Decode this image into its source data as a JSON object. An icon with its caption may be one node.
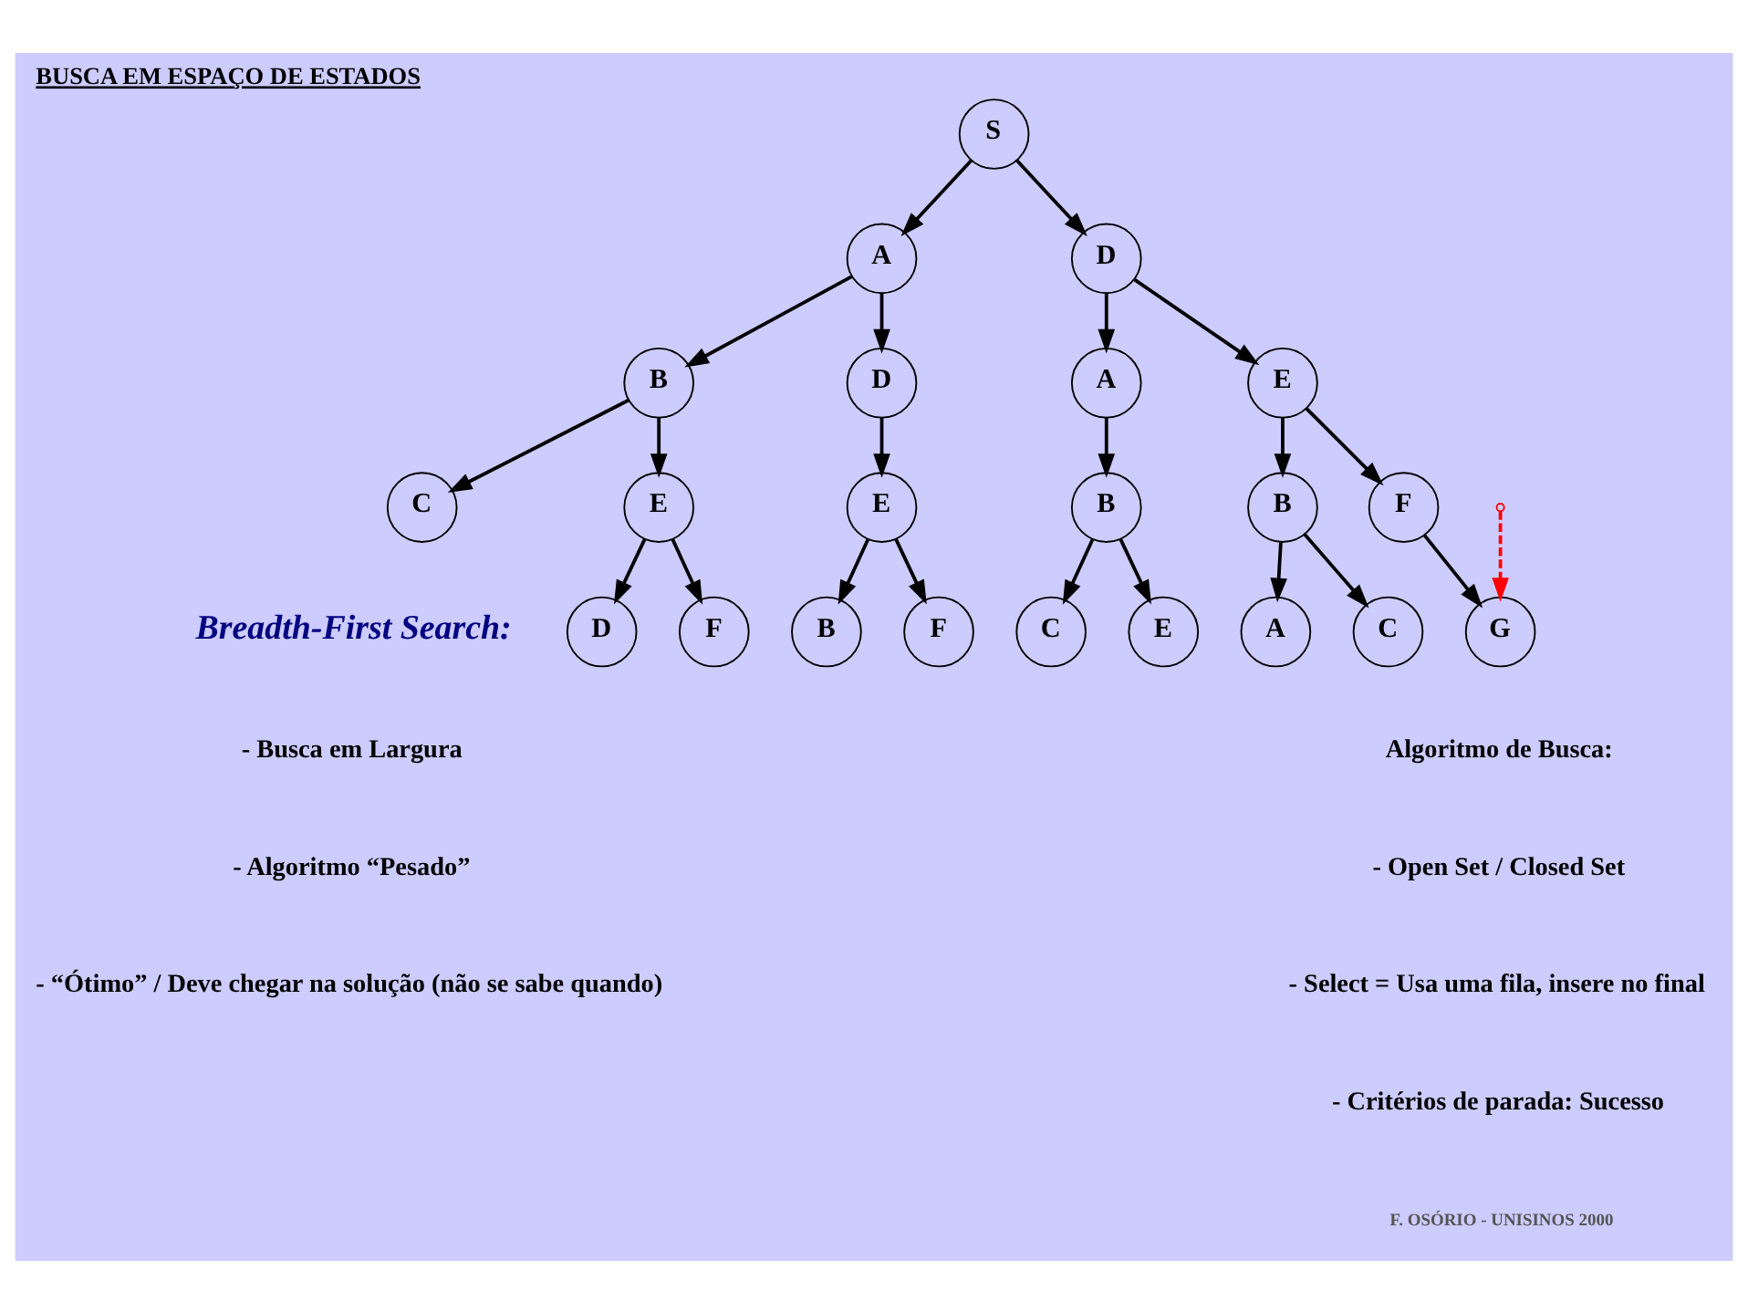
{
  "diagram": {
    "title": "BUSCA EM ESPAÇO DE ESTADOS",
    "nodes": [
      {
        "text": [
          "S"
        ]
      },
      {
        "text": [
          "A"
        ]
      },
      {
        "text": [
          "D"
        ]
      },
      {
        "text": [
          "B"
        ]
      },
      {
        "text": [
          "D"
        ]
      },
      {
        "text": [
          "A"
        ]
      },
      {
        "text": [
          "E"
        ]
      },
      {
        "text": [
          "C"
        ]
      },
      {
        "text": [
          "E"
        ]
      },
      {
        "text": [
          "E"
        ]
      },
      {
        "text": [
          "B"
        ]
      },
      {
        "text": [
          "B"
        ]
      },
      {
        "text": [
          "F"
        ]
      },
      {
        "text": [
          "D"
        ]
      },
      {
        "text": [
          "F"
        ]
      },
      {
        "text": [
          "B"
        ]
      },
      {
        "text": [
          "F"
        ]
      },
      {
        "text": [
          "C"
        ]
      },
      {
        "text": [
          "E"
        ]
      },
      {
        "text": [
          "A"
        ]
      },
      {
        "text": [
          "C"
        ]
      },
      {
        "text": [
          "G"
        ]
      }
    ],
    "edges": [
      {
        "from": 0,
        "to": 1,
        "arrow": "to"
      },
      {
        "from": 0,
        "to": 2,
        "arrow": "to"
      },
      {
        "from": 1,
        "to": 3,
        "arrow": "to"
      },
      {
        "from": 1,
        "to": 4,
        "arrow": "to"
      },
      {
        "from": 2,
        "to": 5,
        "arrow": "to"
      },
      {
        "from": 2,
        "to": 6,
        "arrow": "to"
      },
      {
        "from": 3,
        "to": 7,
        "arrow": "to"
      },
      {
        "from": 3,
        "to": 8,
        "arrow": "to"
      },
      {
        "from": 4,
        "to": 9,
        "arrow": "to"
      },
      {
        "from": 5,
        "to": 10,
        "arrow": "to"
      },
      {
        "from": 6,
        "to": 11,
        "arrow": "to"
      },
      {
        "from": 6,
        "to": 12,
        "arrow": "to"
      },
      {
        "from": 8,
        "to": 13,
        "arrow": "to"
      },
      {
        "from": 8,
        "to": 14,
        "arrow": "to"
      },
      {
        "from": 9,
        "to": 15,
        "arrow": "to"
      },
      {
        "from": 9,
        "to": 16,
        "arrow": "to"
      },
      {
        "from": 10,
        "to": 17,
        "arrow": "to"
      },
      {
        "from": 10,
        "to": 18,
        "arrow": "to"
      },
      {
        "from": 11,
        "to": 19,
        "arrow": "to"
      },
      {
        "from": 11,
        "to": 20,
        "arrow": "to"
      },
      {
        "from": 12,
        "to": 21,
        "arrow": "to"
      },
      {
        "from": null,
        "to": 21,
        "arrow": "to",
        "style": "dashed",
        "color": "#ff0000"
      }
    ],
    "labels": [
      "Breadth-First Search:",
      "- Busca em Largura",
      "- Algoritmo “Pesado”",
      "- “Ótimo” / Deve chegar na solução (não se sabe quando)",
      "Algoritmo de Busca:",
      "- Open Set / Closed Set",
      "- Select = Usa uma fila, insere no final",
      "- Critérios de parada: Sucesso",
      "F. OSÓRIO - UNISINOS 2000"
    ]
  }
}
